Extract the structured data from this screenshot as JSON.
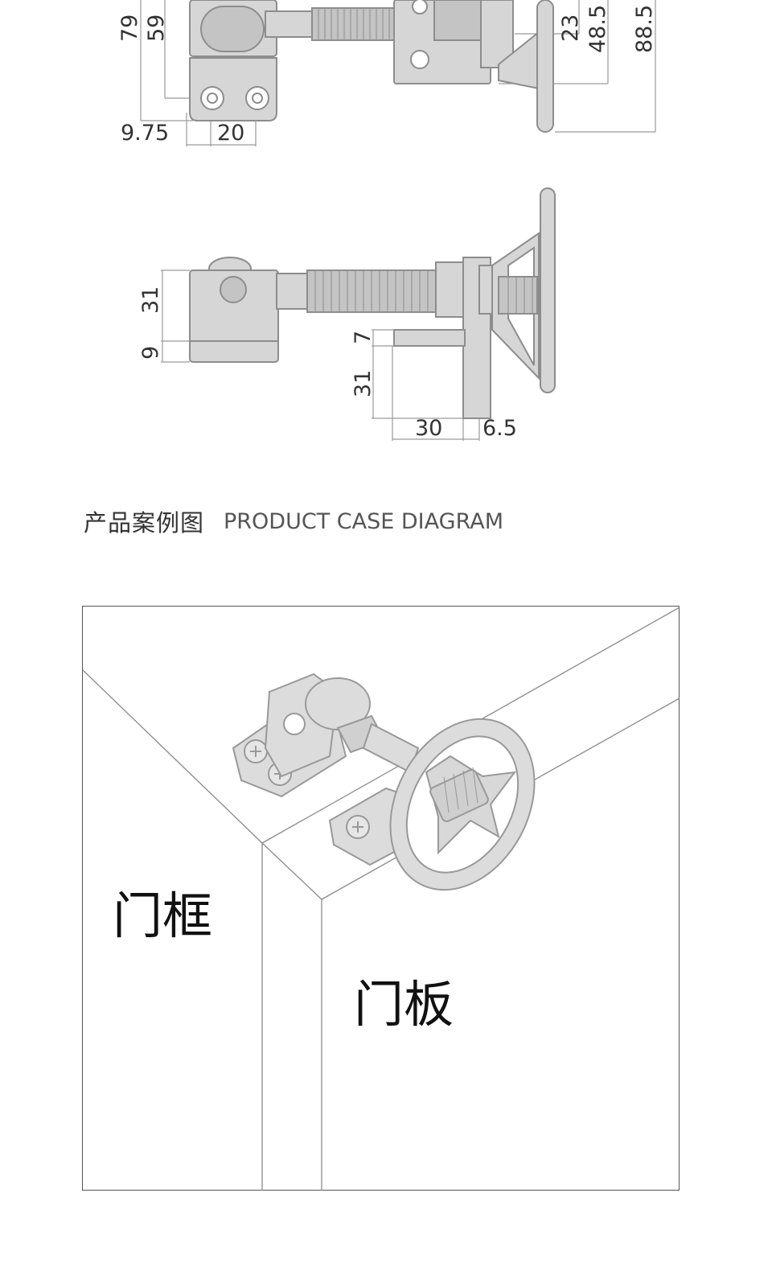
{
  "top_view": {
    "dimensions": [
      "79",
      "59",
      "9.75",
      "20",
      "23",
      "48.5",
      "88.5"
    ]
  },
  "side_view": {
    "dimensions": [
      "31",
      "9",
      "7",
      "31",
      "30",
      "6.5"
    ]
  },
  "section": {
    "title_cn": "产品案例图",
    "title_en": "PRODUCT CASE DIAGRAM"
  },
  "case_diagram": {
    "label_frame": "门框",
    "label_door": "门板"
  }
}
